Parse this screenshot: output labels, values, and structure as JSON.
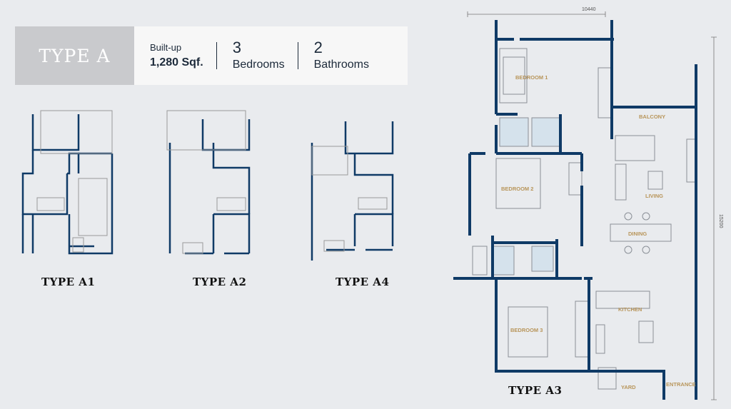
{
  "header": {
    "type_name": "TYPE A",
    "builtup_label": "Built-up",
    "builtup_value": "1,280 Sqf.",
    "bedrooms_num": "3",
    "bedrooms_label": "Bedrooms",
    "bathrooms_num": "2",
    "bathrooms_label": "Bathrooms"
  },
  "thumbnails": [
    {
      "label": "TYPE A1"
    },
    {
      "label": "TYPE A2"
    },
    {
      "label": "TYPE A4"
    }
  ],
  "main_plan": {
    "label": "TYPE A3",
    "width_dim": "10440",
    "height_dim": "15200",
    "rooms": {
      "bedroom1": "BEDROOM 1",
      "bedroom2": "BEDROOM 2",
      "bedroom3": "BEDROOM 3",
      "balcony": "BALCONY",
      "living": "LIVING",
      "dining": "DINING",
      "kitchen": "KITCHEN",
      "yard": "YARD",
      "entrance": "ENTRANCE"
    }
  },
  "colors": {
    "wall": "#0f3a66",
    "accent_text": "#b8955a",
    "header_tag": "#c9cacd"
  }
}
